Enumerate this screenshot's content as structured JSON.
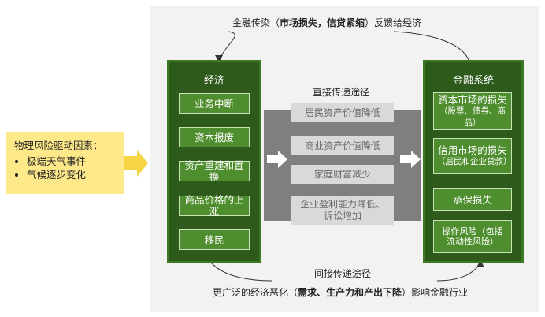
{
  "driver": {
    "title": "物理风险驱动因素：",
    "items": [
      "极端天气事件",
      "气候逐步变化"
    ]
  },
  "economy": {
    "title": "经济",
    "items": [
      "业务中断",
      "资本报废",
      "资产重建和置换",
      "商品价格的上涨",
      "移民"
    ]
  },
  "finance": {
    "title": "金融系统",
    "items": [
      {
        "main": "资本市场的损失",
        "sub": "（股票、债券、商品）"
      },
      {
        "main": "信用市场的损失",
        "sub": "（居民和企业贷款）"
      },
      {
        "main": "承保损失",
        "sub": ""
      },
      {
        "main": "操作风险（包括流动性风险）",
        "sub": ""
      }
    ]
  },
  "direct_channel": {
    "title": "直接传递途径",
    "items": [
      "居民资产价值降低",
      "商业资产价值降低",
      "家庭财富减少",
      "企业盈利能力降低、诉讼增加"
    ]
  },
  "indirect_channel": {
    "title": "间接传递途径"
  },
  "top_feedback": {
    "prefix": "金融传染（",
    "bold": "市场损失，信贷紧缩",
    "suffix": "）反馈给经济"
  },
  "bottom_impact": {
    "prefix": "更广泛的经济恶化（",
    "bold": "需求、生产力和产出下降",
    "suffix": "）影响金融行业"
  },
  "colors": {
    "dark_green": "#2e5b1c",
    "box_green": "#4e8e2e",
    "yellow": "#fde98a",
    "arrow_yellow": "#f6d544",
    "gray_band": "#7f7f7f",
    "light_gray": "#d9d9d9"
  }
}
